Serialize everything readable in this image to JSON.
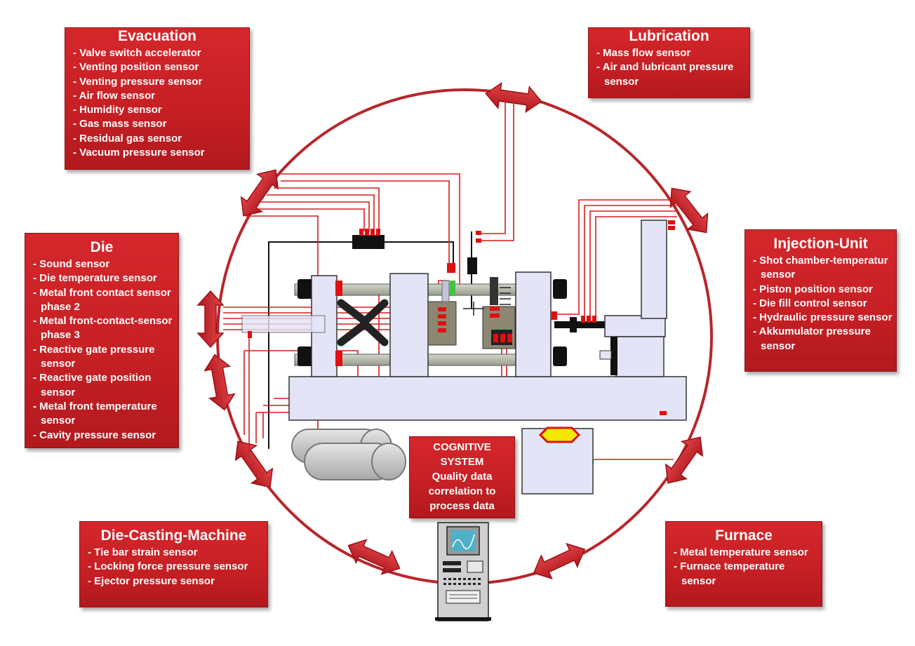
{
  "boxes": {
    "evacuation": {
      "title": "Evacuation",
      "items": [
        "Valve switch accelerator",
        "Venting position sensor",
        "Venting pressure sensor",
        "Air flow sensor",
        "Humidity sensor",
        "Gas mass sensor",
        "Residual gas sensor",
        "Vacuum pressure sensor"
      ]
    },
    "lubrication": {
      "title": "Lubrication",
      "items": [
        "Mass flow sensor",
        "Air and lubricant pressure sensor"
      ]
    },
    "die": {
      "title": "Die",
      "items": [
        "Sound sensor",
        "Die temperature sensor",
        "Metal front contact sensor  phase 2",
        "Metal front-contact-sensor  phase 3",
        "Reactive gate pressure sensor",
        "Reactive gate position sensor",
        "Metal front temperature sensor",
        "Cavity pressure sensor"
      ]
    },
    "injection_unit": {
      "title": "Injection-Unit",
      "items": [
        "Shot chamber-temperatur sensor",
        "Piston position sensor",
        "Die fill control sensor",
        "Hydraulic pressure sensor",
        "Akkumulator pressure sensor"
      ]
    },
    "die_casting_machine": {
      "title": "Die-Casting-Machine",
      "items": [
        "Tie bar strain sensor",
        "Locking force pressure sensor",
        "Ejector pressure sensor"
      ]
    },
    "furnace": {
      "title": "Furnace",
      "items": [
        "Metal temperature sensor",
        "Furnace temperature sensor"
      ]
    }
  },
  "cognitive_system": {
    "line1": "COGNITIVE",
    "line2": "SYSTEM",
    "line3": "Quality data",
    "line4": "correlation to",
    "line5": "process data"
  },
  "colors": {
    "accent_red": "#c8232a",
    "machine_fill": "#e4e4f7",
    "sensor_red": "#e01010"
  }
}
